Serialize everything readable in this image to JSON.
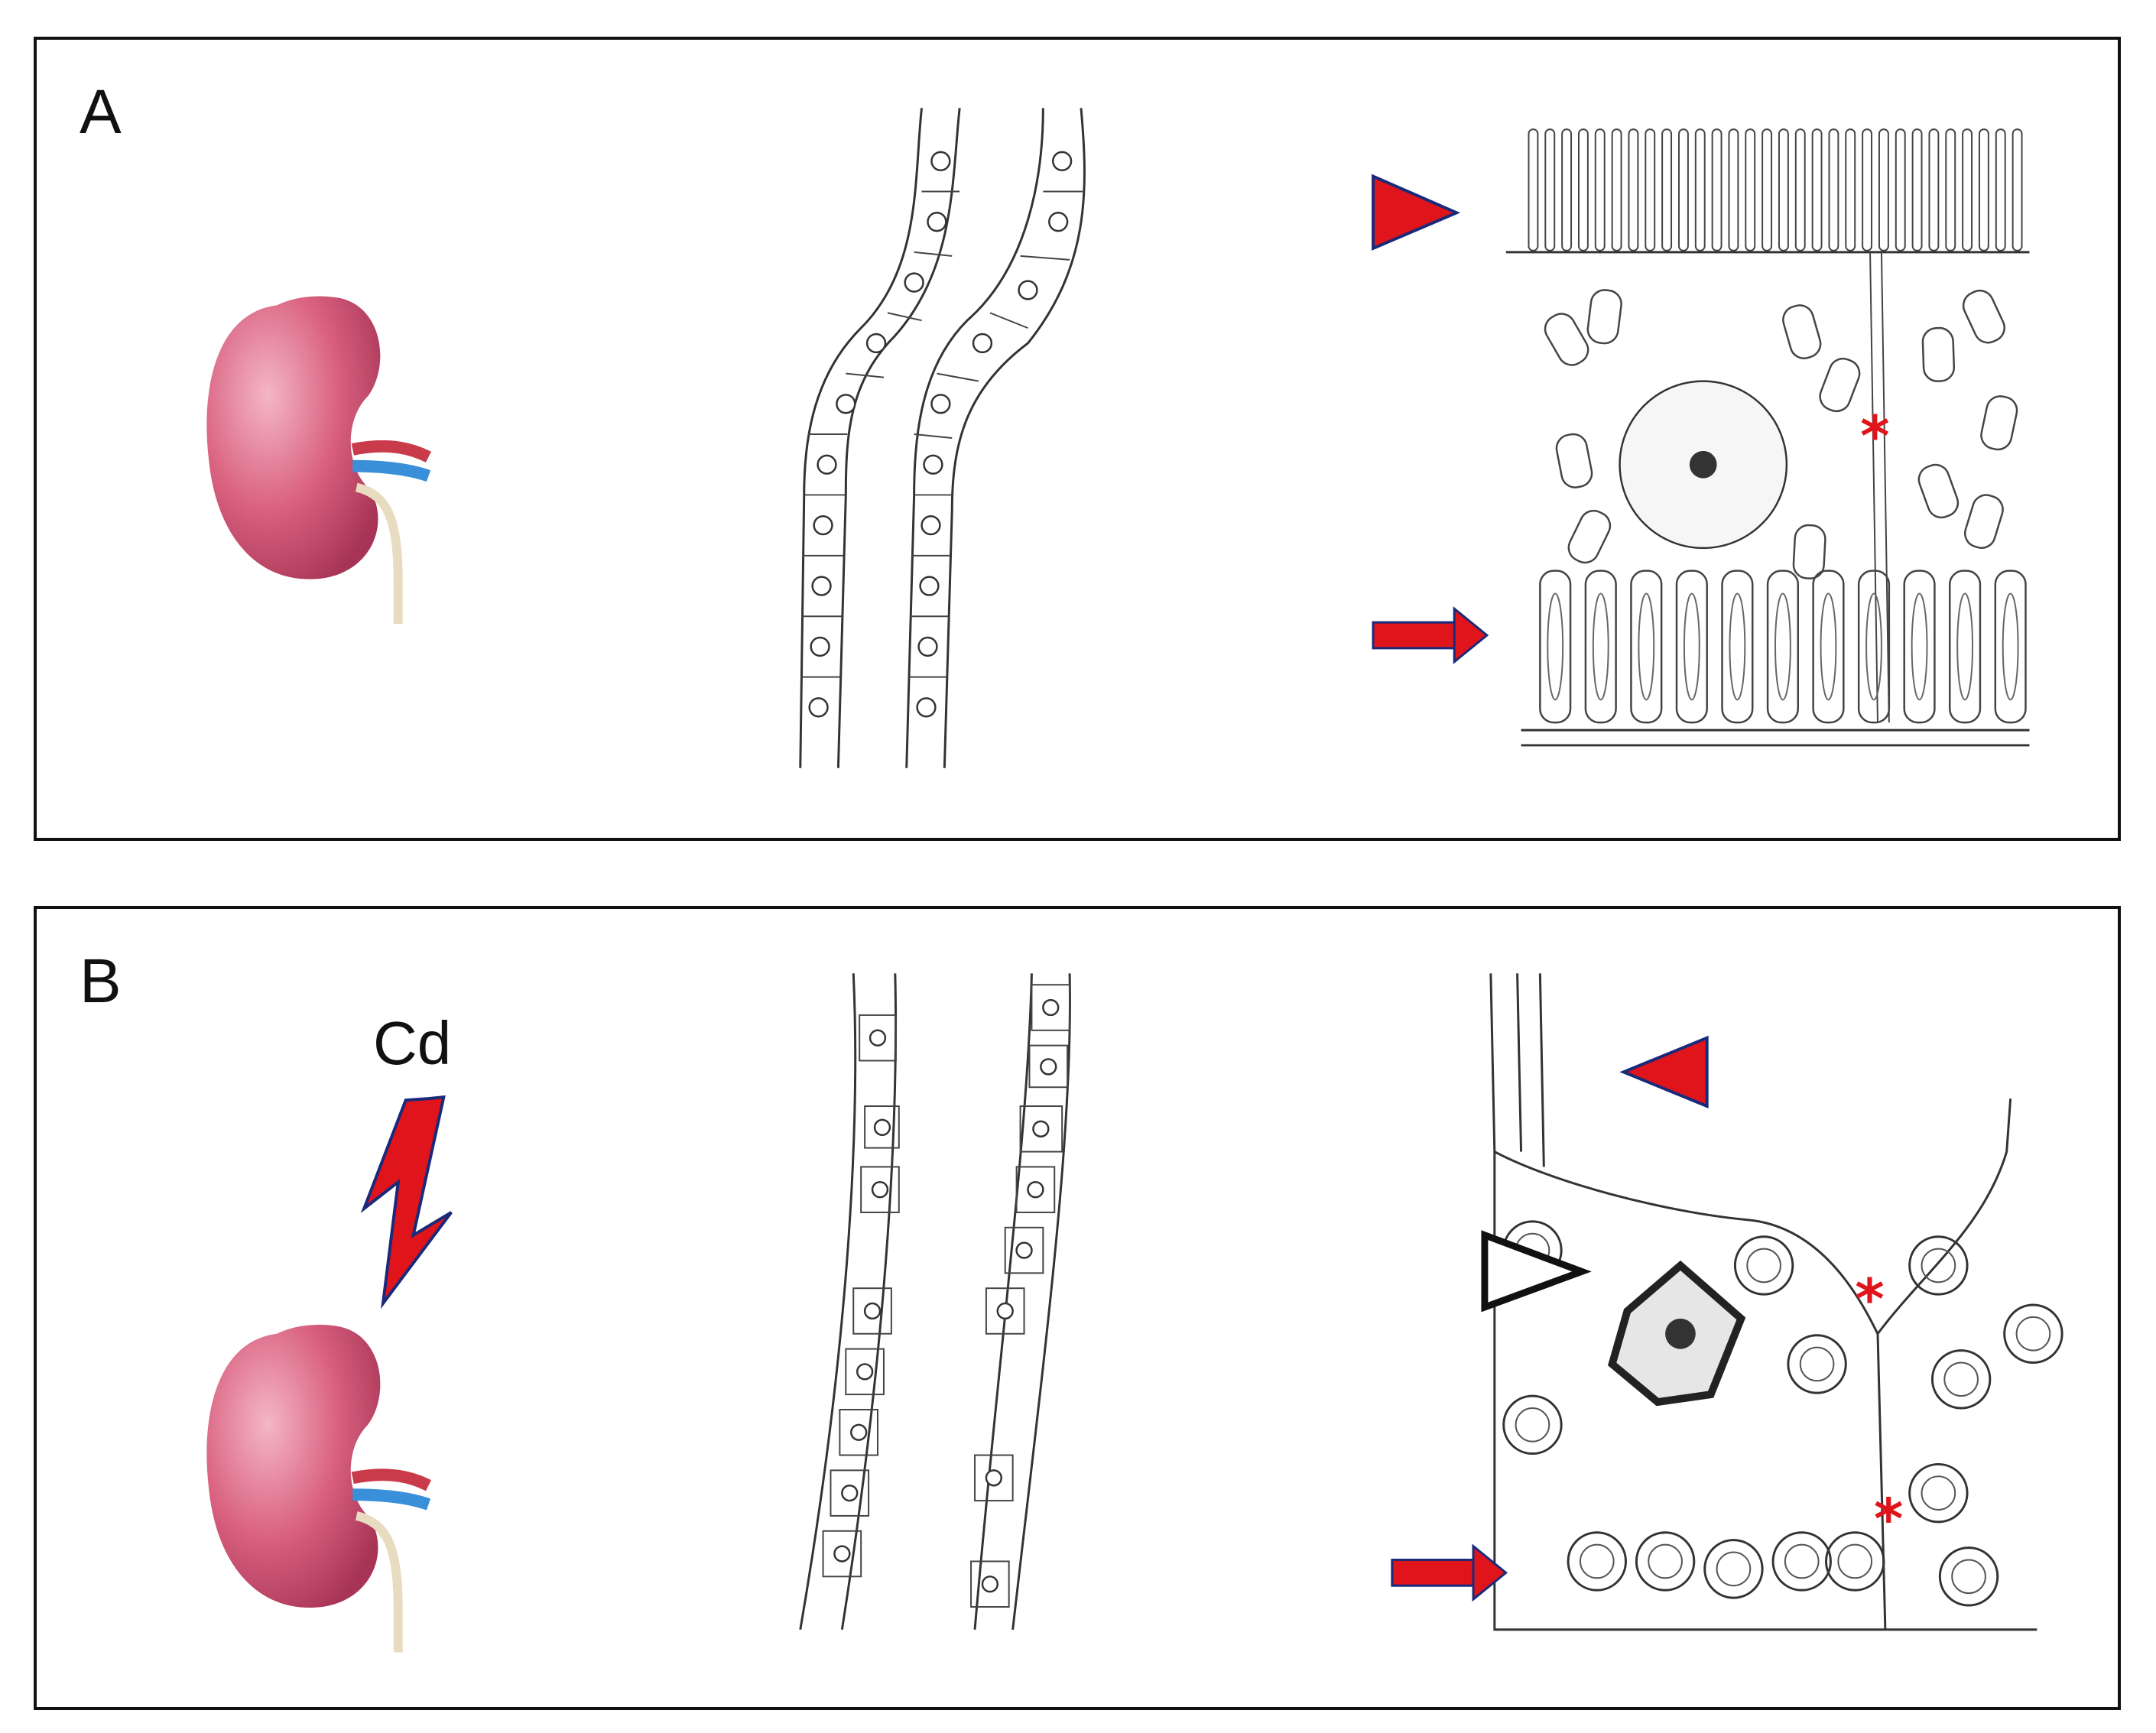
{
  "panels": [
    {
      "label": "A",
      "condition_label": ""
    },
    {
      "label": "B",
      "condition_label": "Cd"
    }
  ],
  "colors": {
    "marker_red": "#e0151b",
    "marker_outline": "#1a2a7a",
    "kidney": "#d9607e",
    "ink": "#333333"
  },
  "markers": [
    "red-arrowhead",
    "red-arrow",
    "red-asterisk",
    "open-arrowhead",
    "lightning-bolt"
  ],
  "asterisk_glyph": "*"
}
